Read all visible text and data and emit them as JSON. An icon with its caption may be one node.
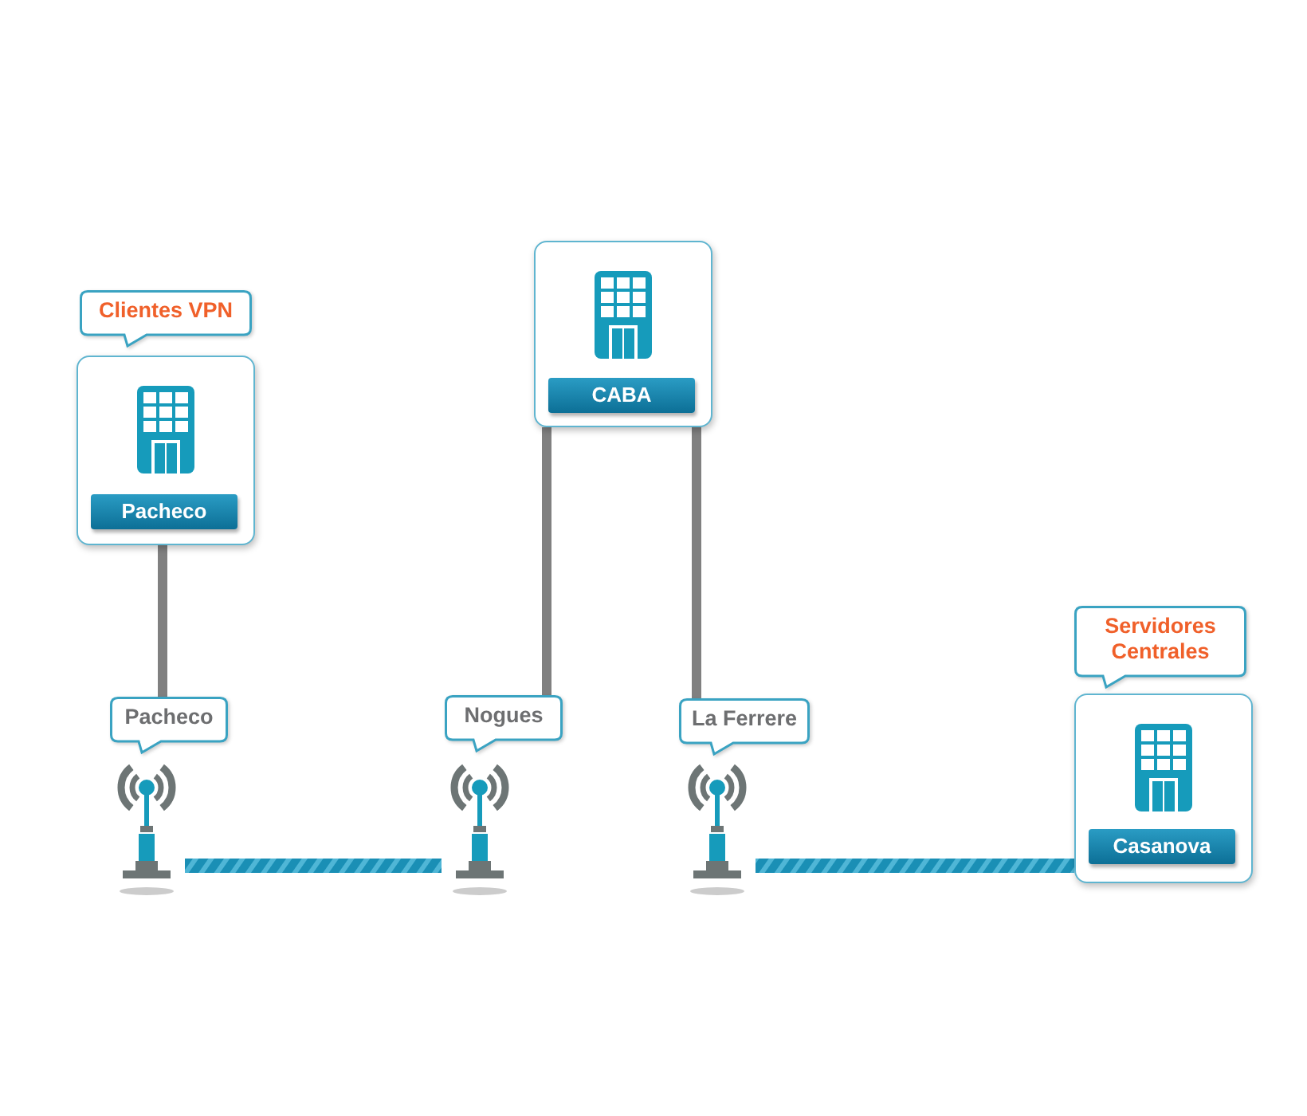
{
  "diagram": {
    "nodes": [
      {
        "text": [
          "Clientes VPN"
        ]
      },
      {
        "text": [
          "Pacheco"
        ]
      },
      {
        "text": [
          "CABA"
        ]
      },
      {
        "text": [
          "Servidores Centrales"
        ]
      },
      {
        "text": [
          "Casanova"
        ]
      },
      {
        "text": [
          "Pacheco"
        ]
      },
      {
        "text": [
          "Nogues"
        ]
      },
      {
        "text": [
          "La Ferrere"
        ]
      },
      {
        "text": [],
        "shape": "antenna"
      },
      {
        "text": [],
        "shape": "antenna"
      },
      {
        "text": [],
        "shape": "antenna"
      }
    ],
    "edges": [
      {
        "from": 1,
        "to": 5,
        "arrow": "none"
      },
      {
        "from": 2,
        "to": 6,
        "arrow": "none"
      },
      {
        "from": 2,
        "to": 7,
        "arrow": "none"
      },
      {
        "from": 8,
        "to": 9,
        "arrow": "none",
        "style": "thick",
        "color": "#1a8fb5"
      },
      {
        "from": 10,
        "to": 4,
        "arrow": "none",
        "style": "thick",
        "color": "#1a8fb5"
      }
    ]
  }
}
